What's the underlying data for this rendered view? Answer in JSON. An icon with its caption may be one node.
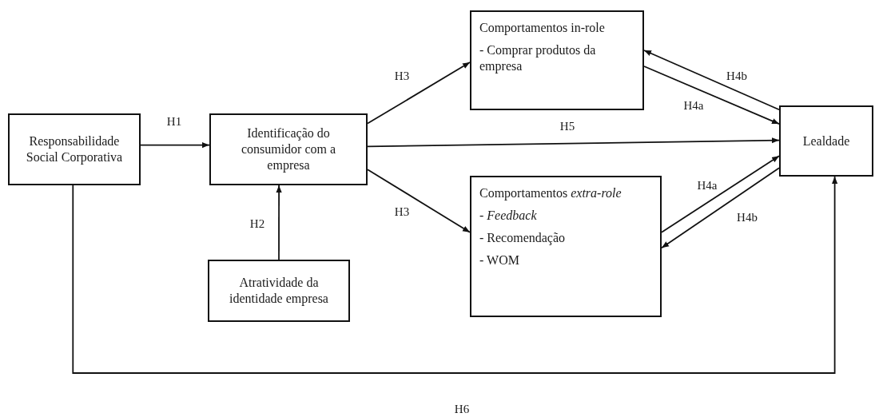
{
  "diagram": {
    "nodes": [
      {
        "text": [
          "Responsabilidade Social Corporativa"
        ]
      },
      {
        "text": [
          "Identificação do consumidor com a empresa"
        ]
      },
      {
        "text": [
          "Atratividade da identidade empresa"
        ]
      },
      {
        "text": [
          "Comportamentos in-role",
          "- Comprar produtos da empresa"
        ]
      },
      {
        "text": [
          "Comportamentos *extra-role*",
          "- *Feedback*",
          "- Recomendação",
          "- WOM"
        ]
      },
      {
        "text": [
          "Lealdade"
        ]
      }
    ],
    "edges": [
      {
        "from": 0,
        "to": 1,
        "arrow": "to",
        "label": "H1"
      },
      {
        "from": 2,
        "to": 1,
        "arrow": "to",
        "label": "H2"
      },
      {
        "from": 1,
        "to": 3,
        "arrow": "to",
        "label": "H3"
      },
      {
        "from": 1,
        "to": 4,
        "arrow": "to",
        "label": "H3"
      },
      {
        "from": 1,
        "to": 5,
        "arrow": "to",
        "label": "H5"
      },
      {
        "from": 3,
        "to": 5,
        "arrow": "to",
        "label": "H4a"
      },
      {
        "from": 5,
        "to": 3,
        "arrow": "to",
        "label": "H4b"
      },
      {
        "from": 4,
        "to": 5,
        "arrow": "to",
        "label": "H4a"
      },
      {
        "from": 5,
        "to": 4,
        "arrow": "to",
        "label": "H4b"
      },
      {
        "from": 0,
        "to": 5,
        "arrow": "to",
        "label": "H6"
      }
    ]
  }
}
